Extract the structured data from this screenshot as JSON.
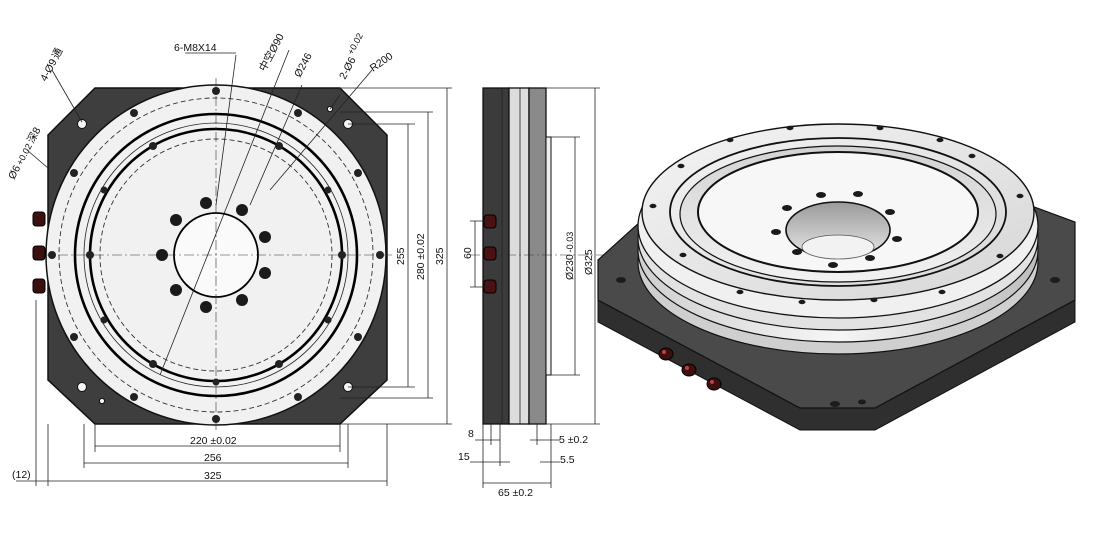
{
  "front_view": {
    "holes_label": "4-Ø9",
    "holes_label_suffix": "通",
    "tapped_label": "6-M8X14",
    "center_bore_label": "中空Ø90",
    "pcd_label": "Ø246",
    "pin_holes_label": "2-Ø6",
    "pin_tol_upper": "+0.02",
    "pin_tol_lower": "0",
    "radius_label": "R200",
    "left_pin_label": "Ø6",
    "left_pin_tol_upper": "+0.02",
    "left_pin_tol_lower": "0",
    "left_pin_suffix": "深8",
    "dim_220": "220 ±0.02",
    "dim_256_h": "256",
    "dim_325_h": "325",
    "dim_12": "(12)",
    "dim_255_v": "255",
    "dim_280_v": "280 ±0.02",
    "dim_325_v": "325"
  },
  "side_view": {
    "dim_60": "60",
    "dim_230": "Ø230",
    "dim_230_tol_upper": "-0.03",
    "dim_230_tol_lower": "-0.08",
    "dim_325": "Ø325",
    "dim_8": "8",
    "dim_15": "15",
    "dim_65": "65 ±0.2",
    "dim_5": "5 ±0.2",
    "dim_5_5": "5.5"
  },
  "colors": {
    "base_dark": "#3a3a3a",
    "ring_light": "#e6e6e6",
    "connector_red": "#5a1414"
  }
}
